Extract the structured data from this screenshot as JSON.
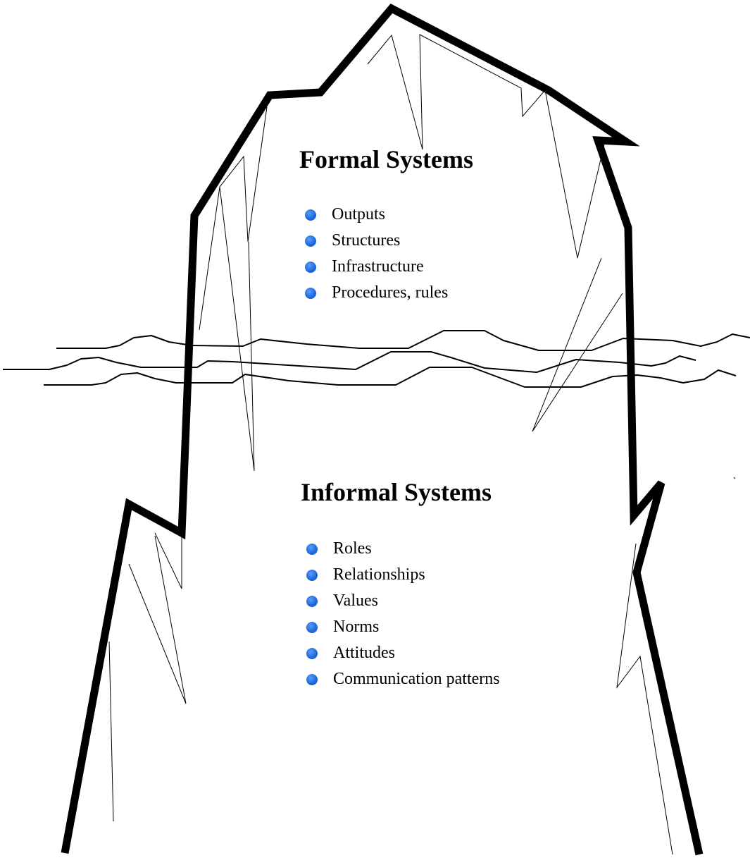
{
  "diagram": {
    "formal": {
      "title": "Formal Systems",
      "items": [
        "Outputs",
        "Structures",
        "Infrastructure",
        "Procedures, rules"
      ]
    },
    "informal": {
      "title": "Informal Systems",
      "items": [
        "Roles",
        "Relationships",
        "Values",
        "Norms",
        "Attitudes",
        "Communication patterns"
      ]
    },
    "colors": {
      "outline": "#000000",
      "bullet": "#1f6bdc",
      "background": "#ffffff"
    },
    "icons": {
      "bullet": "blue-dot-icon"
    }
  }
}
